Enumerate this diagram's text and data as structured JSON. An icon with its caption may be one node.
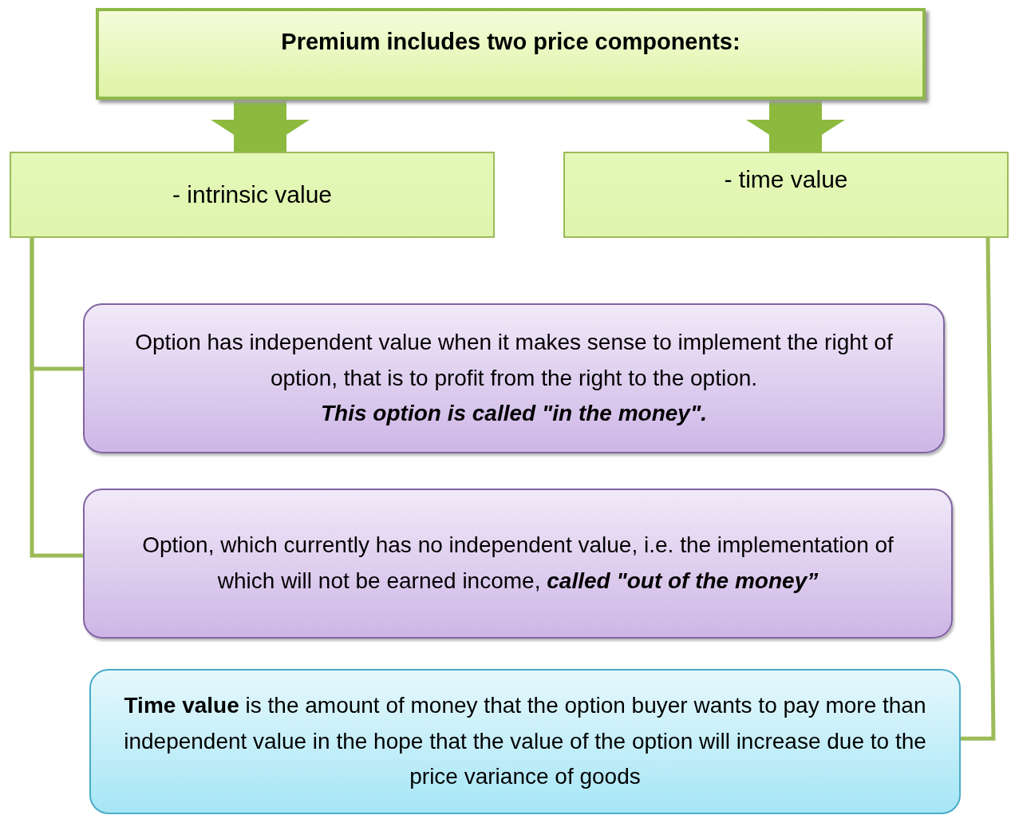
{
  "diagram": {
    "nodes": [
      {
        "text": [
          "Premium includes two price components:"
        ]
      },
      {
        "text": [
          "- intrinsic value"
        ]
      },
      {
        "text": [
          "- time value"
        ]
      },
      {
        "text": [
          "Option has independent value when it makes sense to implement the right of option, that is to profit from the right to the option.",
          "This option is called \"in the money\"."
        ]
      },
      {
        "text": [
          "Option, which currently has no independent value, i.e. the implementation of which will not be earned income, **called \"out of the money”**"
        ]
      },
      {
        "text": [
          "**Time value** is the amount of money that the option buyer wants to pay more than independent value in the hope that the value of the option will increase due to the price variance of goods"
        ]
      }
    ],
    "edges": [
      {
        "from": 0,
        "to": 1,
        "arrow": "to",
        "style": "thick"
      },
      {
        "from": 0,
        "to": 2,
        "arrow": "to",
        "style": "thick"
      },
      {
        "from": 1,
        "to": 3,
        "arrow": "none"
      },
      {
        "from": 1,
        "to": 4,
        "arrow": "none"
      },
      {
        "from": 2,
        "to": 5,
        "arrow": "none"
      }
    ]
  }
}
